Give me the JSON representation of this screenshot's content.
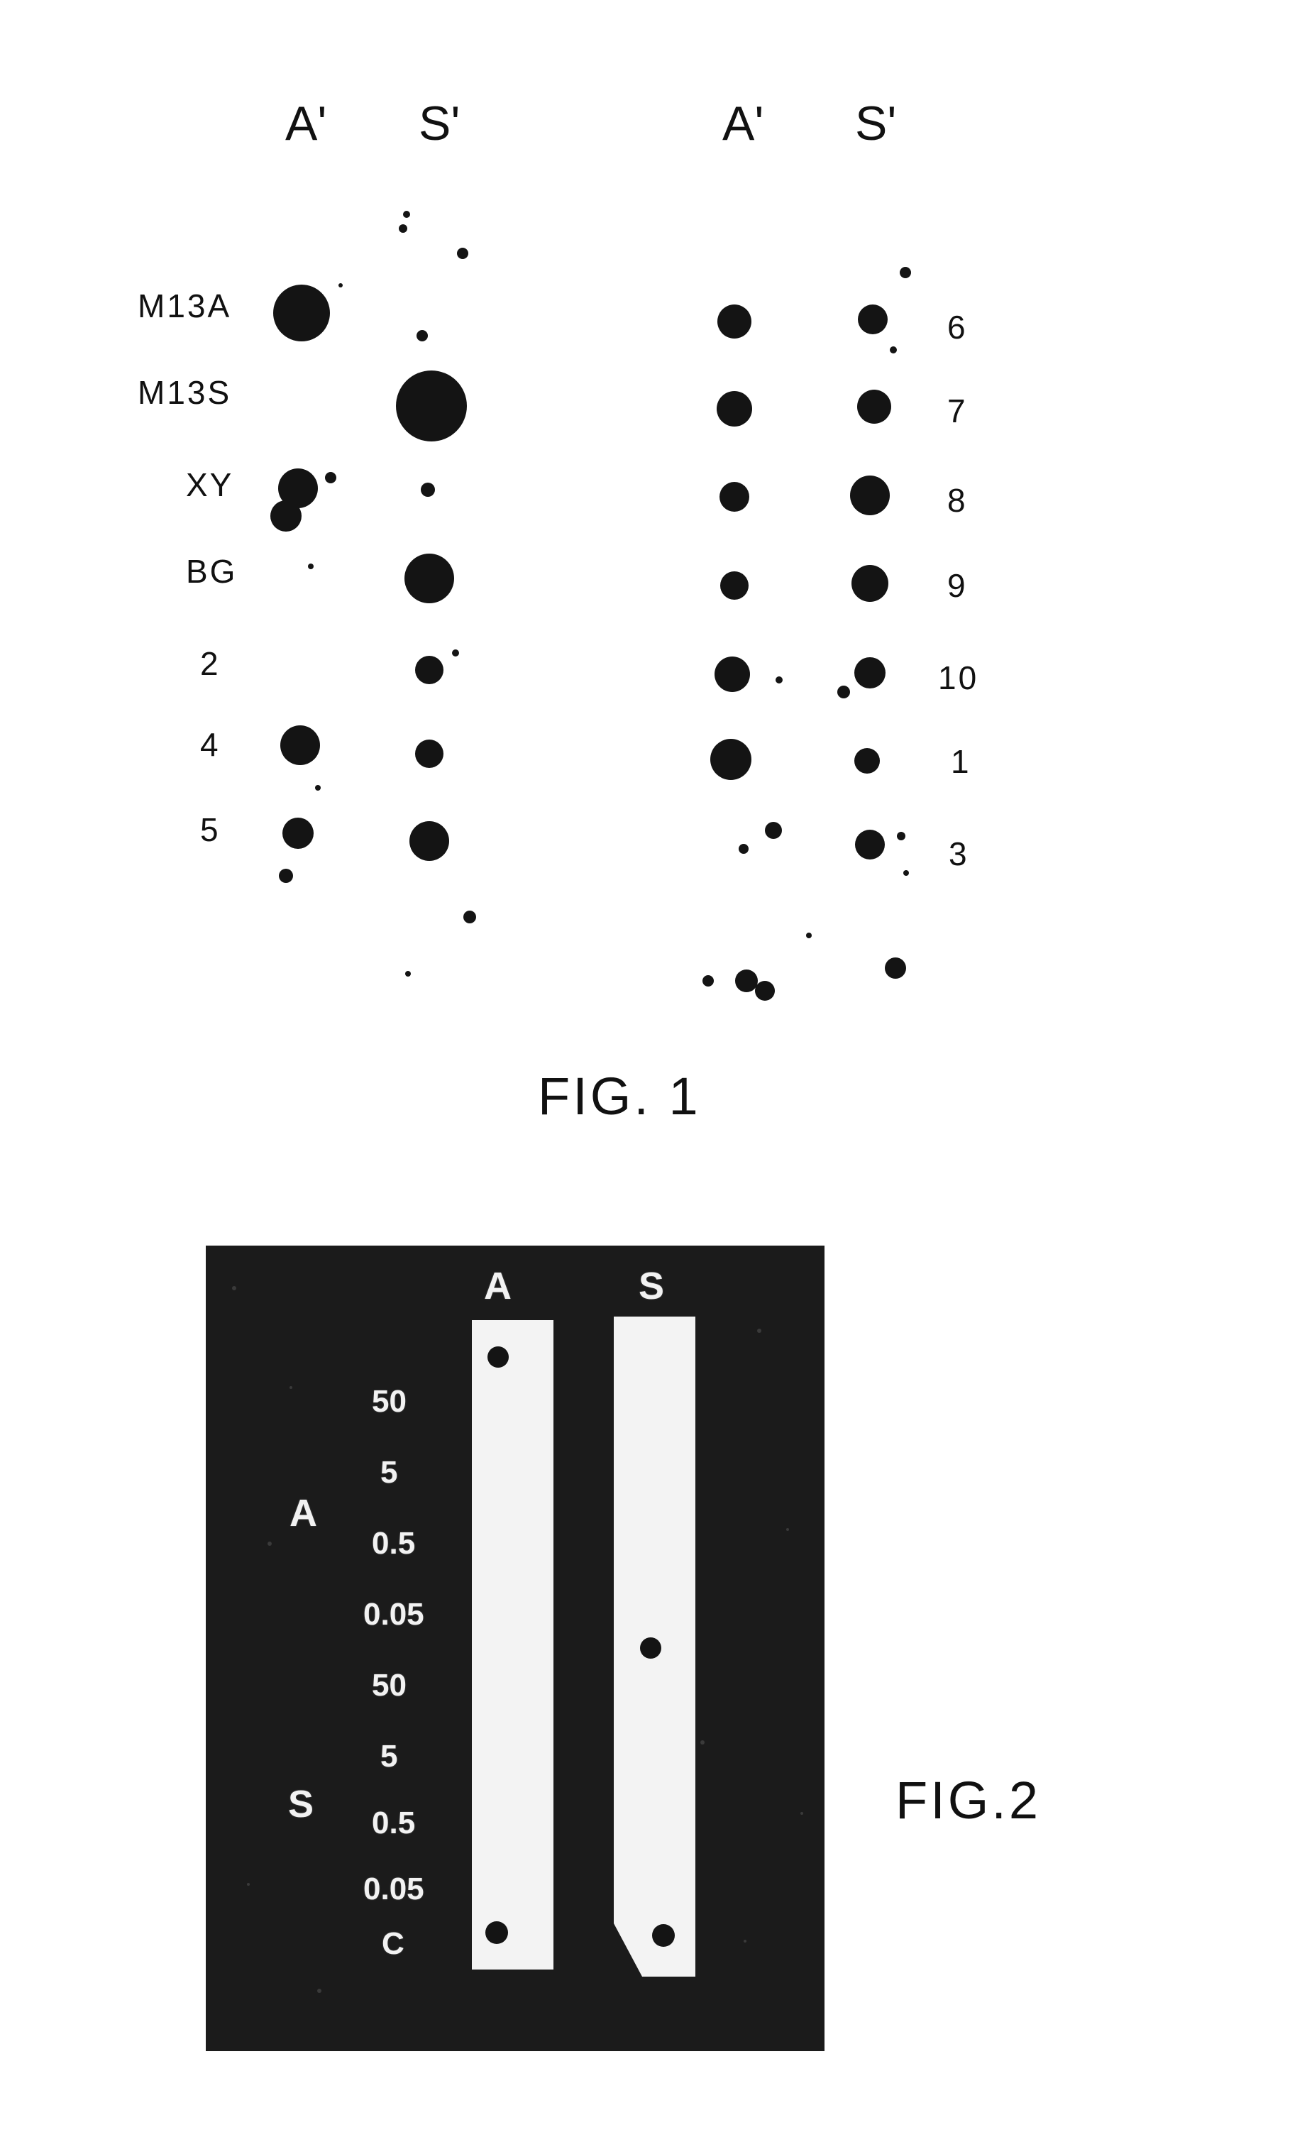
{
  "figure1": {
    "column_headers": [
      "A'",
      "S'",
      "A'",
      "S'"
    ],
    "left_row_labels": [
      "M13A",
      "M13S",
      "XY",
      "BG",
      "2",
      "4",
      "5"
    ],
    "right_row_labels": [
      "6",
      "7",
      "8",
      "9",
      "10",
      "1",
      "3"
    ],
    "caption": "FIG. 1"
  },
  "figure2": {
    "strip_headers": [
      "A",
      "S"
    ],
    "group_labels": [
      "A",
      "S"
    ],
    "concentrations": [
      "50",
      "5",
      "0.5",
      "0.05",
      "50",
      "5",
      "0.5",
      "0.05",
      "C"
    ],
    "caption": "FIG.2"
  }
}
